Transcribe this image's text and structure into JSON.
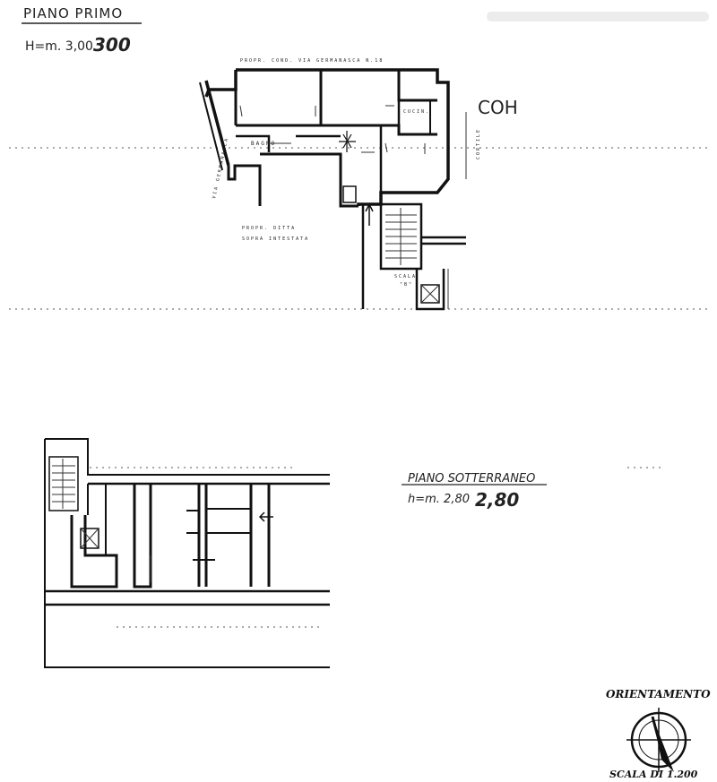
{
  "first_floor": {
    "title": "PIANO PRIMO",
    "height_printed": "H=m. 3,00",
    "height_handwritten": "300",
    "labels": {
      "owner_top": "PROPR. COND. VIA GERMANASCA N.18",
      "street_left": "VIA GERMANASCA",
      "courtyard": "CORTILE",
      "owner_bottom_1": "PROPR. DITTA",
      "owner_bottom_2": "SOPRA INTESTATA",
      "bathroom": "BAGNO",
      "kitchen": "CUCIN.",
      "stairs_1": "SCALA",
      "stairs_2": "\"B\"",
      "handwritten_note": "COH"
    }
  },
  "basement": {
    "title": "PIANO SOTTERRANEO",
    "height_printed": "h=m. 2,80",
    "height_handwritten": "2,80"
  },
  "orientation": {
    "title": "ORIENTAMENTO",
    "scale": "SCALA DI 1.200"
  }
}
